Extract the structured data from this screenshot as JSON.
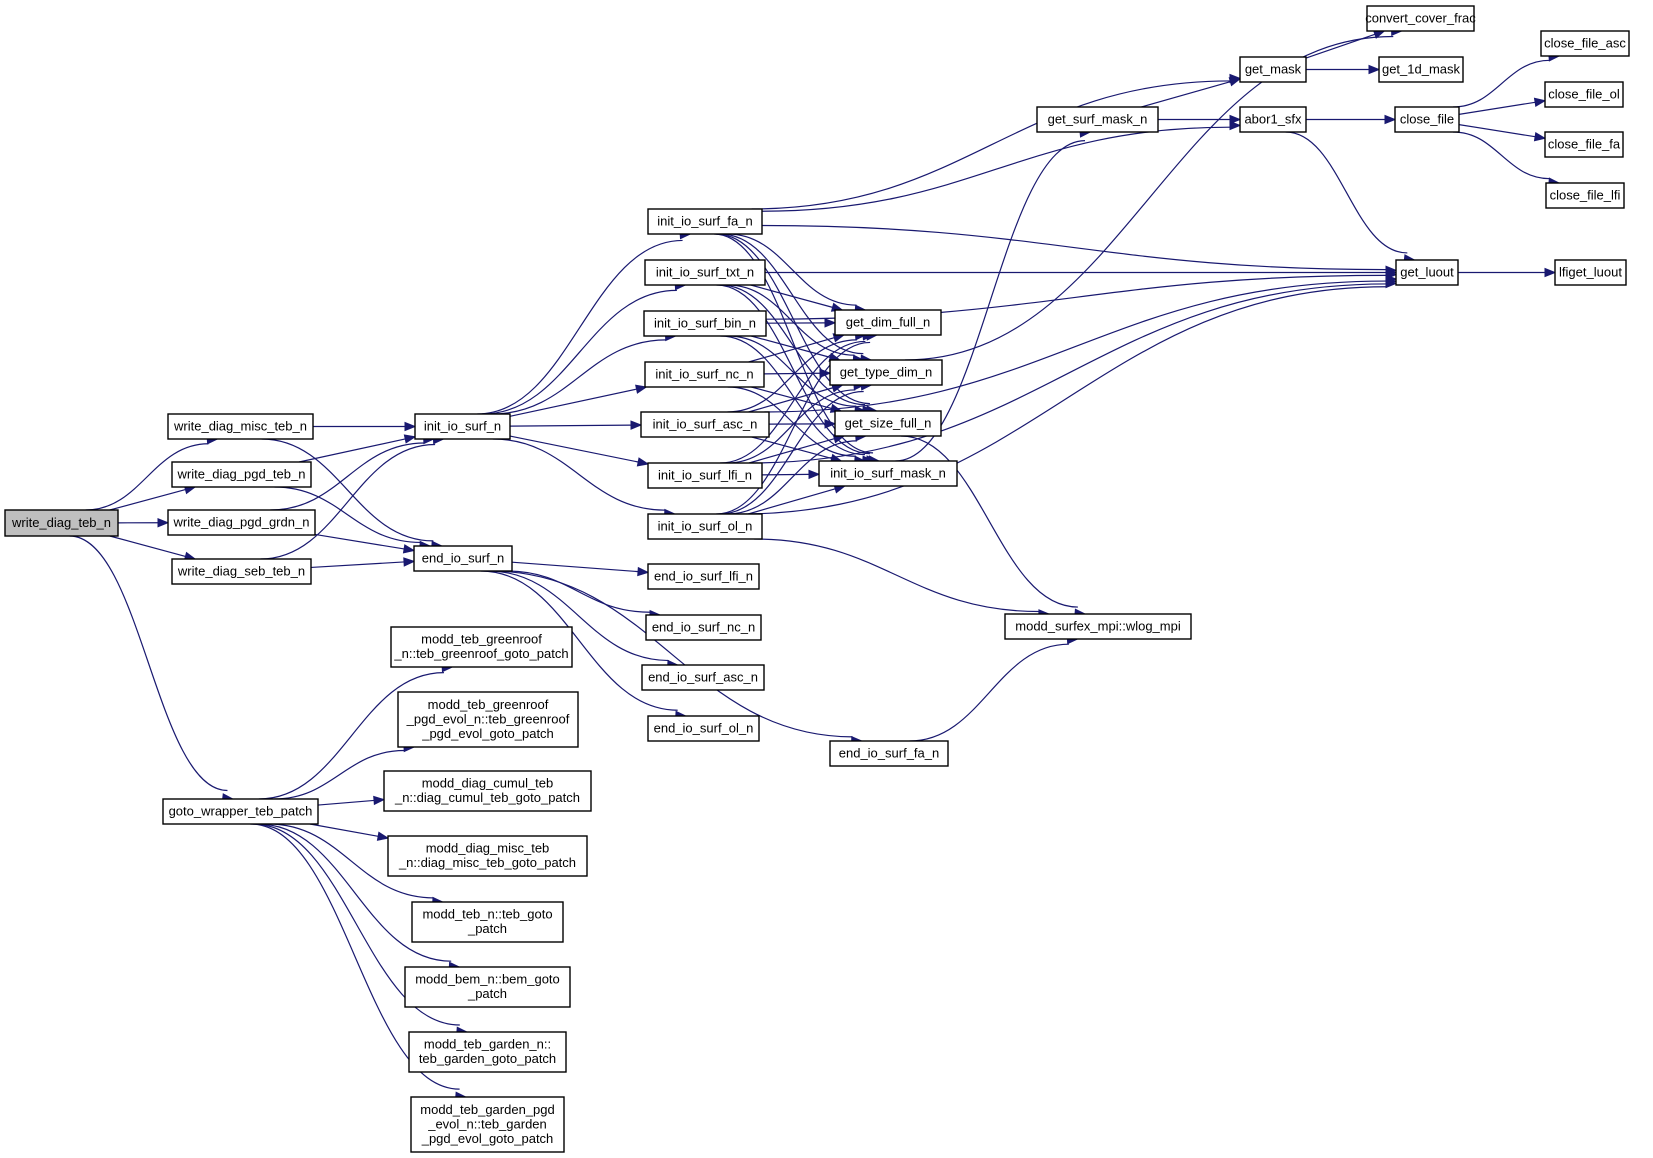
{
  "graph": {
    "type": "call-graph",
    "root": "write_diag_teb_n",
    "colors": {
      "edge": "#191970",
      "root_fill": "#bfbfbf",
      "node_fill": "#ffffff",
      "node_border": "#000000"
    },
    "nodes": [
      {
        "id": "write_diag_teb_n",
        "lines": [
          "write_diag_teb_n"
        ]
      },
      {
        "id": "write_diag_misc_teb_n",
        "lines": [
          "write_diag_misc_teb_n"
        ]
      },
      {
        "id": "write_diag_pgd_teb_n",
        "lines": [
          "write_diag_pgd_teb_n"
        ]
      },
      {
        "id": "write_diag_pgd_grdn_n",
        "lines": [
          "write_diag_pgd_grdn_n"
        ]
      },
      {
        "id": "write_diag_seb_teb_n",
        "lines": [
          "write_diag_seb_teb_n"
        ]
      },
      {
        "id": "goto_wrapper_teb_patch",
        "lines": [
          "goto_wrapper_teb_patch"
        ]
      },
      {
        "id": "init_io_surf_n",
        "lines": [
          "init_io_surf_n"
        ]
      },
      {
        "id": "end_io_surf_n",
        "lines": [
          "end_io_surf_n"
        ]
      },
      {
        "id": "init_io_surf_fa_n",
        "lines": [
          "init_io_surf_fa_n"
        ]
      },
      {
        "id": "init_io_surf_txt_n",
        "lines": [
          "init_io_surf_txt_n"
        ]
      },
      {
        "id": "init_io_surf_bin_n",
        "lines": [
          "init_io_surf_bin_n"
        ]
      },
      {
        "id": "init_io_surf_nc_n",
        "lines": [
          "init_io_surf_nc_n"
        ]
      },
      {
        "id": "init_io_surf_asc_n",
        "lines": [
          "init_io_surf_asc_n"
        ]
      },
      {
        "id": "init_io_surf_lfi_n",
        "lines": [
          "init_io_surf_lfi_n"
        ]
      },
      {
        "id": "init_io_surf_ol_n",
        "lines": [
          "init_io_surf_ol_n"
        ]
      },
      {
        "id": "end_io_surf_lfi_n",
        "lines": [
          "end_io_surf_lfi_n"
        ]
      },
      {
        "id": "end_io_surf_nc_n",
        "lines": [
          "end_io_surf_nc_n"
        ]
      },
      {
        "id": "end_io_surf_asc_n",
        "lines": [
          "end_io_surf_asc_n"
        ]
      },
      {
        "id": "end_io_surf_ol_n",
        "lines": [
          "end_io_surf_ol_n"
        ]
      },
      {
        "id": "end_io_surf_fa_n",
        "lines": [
          "end_io_surf_fa_n"
        ]
      },
      {
        "id": "modd_teb_greenroof_goto",
        "lines": [
          "modd_teb_greenroof",
          "_n::teb_greenroof_goto_patch"
        ]
      },
      {
        "id": "modd_teb_greenroof_pgd_evol_goto",
        "lines": [
          "modd_teb_greenroof",
          "_pgd_evol_n::teb_greenroof",
          "_pgd_evol_goto_patch"
        ]
      },
      {
        "id": "modd_diag_cumul_teb_goto",
        "lines": [
          "modd_diag_cumul_teb",
          "_n::diag_cumul_teb_goto_patch"
        ]
      },
      {
        "id": "modd_diag_misc_teb_goto",
        "lines": [
          "modd_diag_misc_teb",
          "_n::diag_misc_teb_goto_patch"
        ]
      },
      {
        "id": "modd_teb_goto",
        "lines": [
          "modd_teb_n::teb_goto",
          "_patch"
        ]
      },
      {
        "id": "modd_bem_goto",
        "lines": [
          "modd_bem_n::bem_goto",
          "_patch"
        ]
      },
      {
        "id": "modd_teb_garden_goto",
        "lines": [
          "modd_teb_garden_n::",
          "teb_garden_goto_patch"
        ]
      },
      {
        "id": "modd_teb_garden_pgd_evol_goto",
        "lines": [
          "modd_teb_garden_pgd",
          "_evol_n::teb_garden",
          "_pgd_evol_goto_patch"
        ]
      },
      {
        "id": "get_dim_full_n",
        "lines": [
          "get_dim_full_n"
        ]
      },
      {
        "id": "get_type_dim_n",
        "lines": [
          "get_type_dim_n"
        ]
      },
      {
        "id": "get_size_full_n",
        "lines": [
          "get_size_full_n"
        ]
      },
      {
        "id": "init_io_surf_mask_n",
        "lines": [
          "init_io_surf_mask_n"
        ]
      },
      {
        "id": "wlog_mpi",
        "lines": [
          "modd_surfex_mpi::wlog_mpi"
        ]
      },
      {
        "id": "get_surf_mask_n",
        "lines": [
          "get_surf_mask_n"
        ]
      },
      {
        "id": "get_mask",
        "lines": [
          "get_mask"
        ]
      },
      {
        "id": "abor1_sfx",
        "lines": [
          "abor1_sfx"
        ]
      },
      {
        "id": "convert_cover_frac",
        "lines": [
          "convert_cover_frac"
        ]
      },
      {
        "id": "get_1d_mask",
        "lines": [
          "get_1d_mask"
        ]
      },
      {
        "id": "close_file",
        "lines": [
          "close_file"
        ]
      },
      {
        "id": "close_file_asc",
        "lines": [
          "close_file_asc"
        ]
      },
      {
        "id": "close_file_ol",
        "lines": [
          "close_file_ol"
        ]
      },
      {
        "id": "close_file_fa",
        "lines": [
          "close_file_fa"
        ]
      },
      {
        "id": "close_file_lfi",
        "lines": [
          "close_file_lfi"
        ]
      },
      {
        "id": "get_luout",
        "lines": [
          "get_luout"
        ]
      },
      {
        "id": "lfiget_luout",
        "lines": [
          "lfiget_luout"
        ]
      }
    ],
    "edges": [
      [
        "write_diag_teb_n",
        "write_diag_misc_teb_n"
      ],
      [
        "write_diag_teb_n",
        "write_diag_pgd_teb_n"
      ],
      [
        "write_diag_teb_n",
        "write_diag_pgd_grdn_n"
      ],
      [
        "write_diag_teb_n",
        "write_diag_seb_teb_n"
      ],
      [
        "write_diag_teb_n",
        "goto_wrapper_teb_patch"
      ],
      [
        "write_diag_misc_teb_n",
        "init_io_surf_n"
      ],
      [
        "write_diag_misc_teb_n",
        "end_io_surf_n"
      ],
      [
        "write_diag_pgd_teb_n",
        "init_io_surf_n"
      ],
      [
        "write_diag_pgd_teb_n",
        "end_io_surf_n"
      ],
      [
        "write_diag_pgd_grdn_n",
        "init_io_surf_n"
      ],
      [
        "write_diag_pgd_grdn_n",
        "end_io_surf_n"
      ],
      [
        "write_diag_seb_teb_n",
        "init_io_surf_n"
      ],
      [
        "write_diag_seb_teb_n",
        "end_io_surf_n"
      ],
      [
        "init_io_surf_n",
        "init_io_surf_fa_n"
      ],
      [
        "init_io_surf_n",
        "init_io_surf_txt_n"
      ],
      [
        "init_io_surf_n",
        "init_io_surf_bin_n"
      ],
      [
        "init_io_surf_n",
        "init_io_surf_nc_n"
      ],
      [
        "init_io_surf_n",
        "init_io_surf_asc_n"
      ],
      [
        "init_io_surf_n",
        "init_io_surf_lfi_n"
      ],
      [
        "init_io_surf_n",
        "init_io_surf_ol_n"
      ],
      [
        "end_io_surf_n",
        "end_io_surf_lfi_n"
      ],
      [
        "end_io_surf_n",
        "end_io_surf_nc_n"
      ],
      [
        "end_io_surf_n",
        "end_io_surf_asc_n"
      ],
      [
        "end_io_surf_n",
        "end_io_surf_ol_n"
      ],
      [
        "end_io_surf_n",
        "end_io_surf_fa_n"
      ],
      [
        "init_io_surf_fa_n",
        "get_mask"
      ],
      [
        "init_io_surf_fa_n",
        "abor1_sfx"
      ],
      [
        "init_io_surf_fa_n",
        "get_luout"
      ],
      [
        "init_io_surf_fa_n",
        "get_dim_full_n"
      ],
      [
        "init_io_surf_fa_n",
        "get_type_dim_n"
      ],
      [
        "init_io_surf_fa_n",
        "get_size_full_n"
      ],
      [
        "init_io_surf_fa_n",
        "init_io_surf_mask_n"
      ],
      [
        "init_io_surf_txt_n",
        "get_luout"
      ],
      [
        "init_io_surf_txt_n",
        "get_dim_full_n"
      ],
      [
        "init_io_surf_txt_n",
        "get_type_dim_n"
      ],
      [
        "init_io_surf_txt_n",
        "get_size_full_n"
      ],
      [
        "init_io_surf_txt_n",
        "init_io_surf_mask_n"
      ],
      [
        "init_io_surf_bin_n",
        "get_luout"
      ],
      [
        "init_io_surf_bin_n",
        "get_dim_full_n"
      ],
      [
        "init_io_surf_bin_n",
        "get_type_dim_n"
      ],
      [
        "init_io_surf_bin_n",
        "get_size_full_n"
      ],
      [
        "init_io_surf_bin_n",
        "init_io_surf_mask_n"
      ],
      [
        "init_io_surf_nc_n",
        "get_dim_full_n"
      ],
      [
        "init_io_surf_nc_n",
        "get_type_dim_n"
      ],
      [
        "init_io_surf_nc_n",
        "get_size_full_n"
      ],
      [
        "init_io_surf_nc_n",
        "init_io_surf_mask_n"
      ],
      [
        "init_io_surf_asc_n",
        "get_dim_full_n"
      ],
      [
        "init_io_surf_asc_n",
        "get_type_dim_n"
      ],
      [
        "init_io_surf_asc_n",
        "get_size_full_n"
      ],
      [
        "init_io_surf_asc_n",
        "init_io_surf_mask_n"
      ],
      [
        "init_io_surf_asc_n",
        "get_luout"
      ],
      [
        "init_io_surf_lfi_n",
        "get_dim_full_n"
      ],
      [
        "init_io_surf_lfi_n",
        "get_type_dim_n"
      ],
      [
        "init_io_surf_lfi_n",
        "get_size_full_n"
      ],
      [
        "init_io_surf_lfi_n",
        "init_io_surf_mask_n"
      ],
      [
        "init_io_surf_lfi_n",
        "get_luout"
      ],
      [
        "init_io_surf_ol_n",
        "get_dim_full_n"
      ],
      [
        "init_io_surf_ol_n",
        "get_type_dim_n"
      ],
      [
        "init_io_surf_ol_n",
        "get_size_full_n"
      ],
      [
        "init_io_surf_ol_n",
        "init_io_surf_mask_n"
      ],
      [
        "init_io_surf_ol_n",
        "wlog_mpi"
      ],
      [
        "init_io_surf_ol_n",
        "get_luout"
      ],
      [
        "end_io_surf_fa_n",
        "wlog_mpi"
      ],
      [
        "get_type_dim_n",
        "convert_cover_frac"
      ],
      [
        "get_size_full_n",
        "wlog_mpi"
      ],
      [
        "init_io_surf_mask_n",
        "get_surf_mask_n"
      ],
      [
        "get_surf_mask_n",
        "get_mask"
      ],
      [
        "get_surf_mask_n",
        "abor1_sfx"
      ],
      [
        "get_mask",
        "convert_cover_frac"
      ],
      [
        "get_mask",
        "get_1d_mask"
      ],
      [
        "abor1_sfx",
        "close_file"
      ],
      [
        "abor1_sfx",
        "get_luout"
      ],
      [
        "close_file",
        "close_file_asc"
      ],
      [
        "close_file",
        "close_file_ol"
      ],
      [
        "close_file",
        "close_file_fa"
      ],
      [
        "close_file",
        "close_file_lfi"
      ],
      [
        "get_luout",
        "lfiget_luout"
      ],
      [
        "goto_wrapper_teb_patch",
        "modd_teb_greenroof_goto"
      ],
      [
        "goto_wrapper_teb_patch",
        "modd_teb_greenroof_pgd_evol_goto"
      ],
      [
        "goto_wrapper_teb_patch",
        "modd_diag_cumul_teb_goto"
      ],
      [
        "goto_wrapper_teb_patch",
        "modd_diag_misc_teb_goto"
      ],
      [
        "goto_wrapper_teb_patch",
        "modd_teb_goto"
      ],
      [
        "goto_wrapper_teb_patch",
        "modd_bem_goto"
      ],
      [
        "goto_wrapper_teb_patch",
        "modd_teb_garden_goto"
      ],
      [
        "goto_wrapper_teb_patch",
        "modd_teb_garden_pgd_evol_goto"
      ]
    ]
  }
}
